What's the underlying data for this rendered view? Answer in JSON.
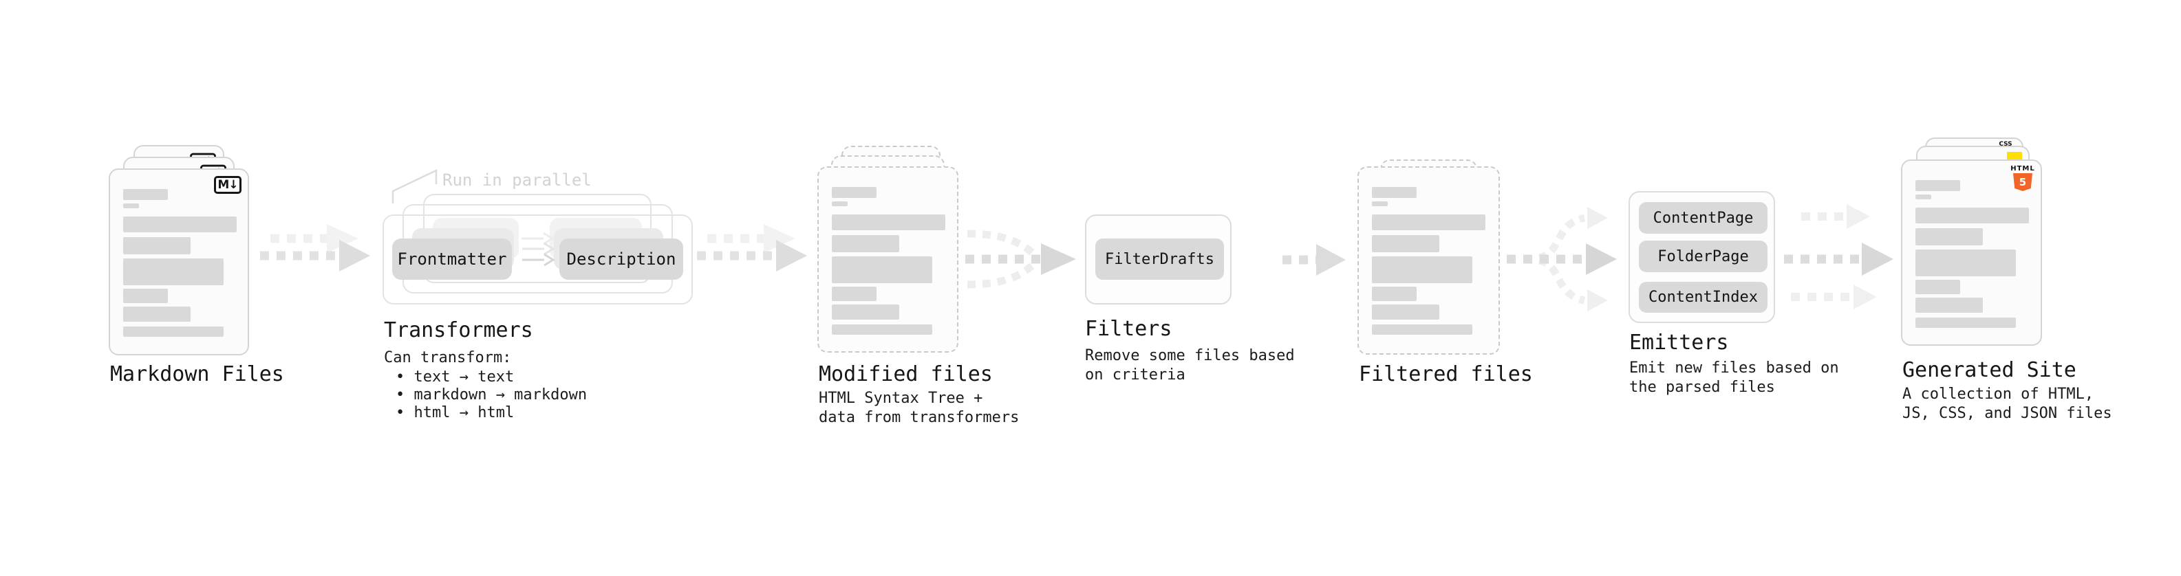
{
  "stages": {
    "markdown_files": {
      "label": "Markdown Files"
    },
    "transformers": {
      "label": "Transformers",
      "parallel_note": "Run in parallel",
      "pills": {
        "frontmatter": "Frontmatter",
        "description": "Description"
      },
      "note": "Can transform:",
      "bullets": [
        "• text → text",
        "• markdown → markdown",
        "• html → html"
      ]
    },
    "modified_files": {
      "label": "Modified files",
      "description": "HTML Syntax Tree +\ndata from transformers"
    },
    "filters": {
      "label": "Filters",
      "pills": {
        "filter_drafts": "FilterDrafts"
      },
      "description": "Remove some files based\non criteria"
    },
    "filtered_files": {
      "label": "Filtered files"
    },
    "emitters": {
      "label": "Emitters",
      "pills": {
        "content_page": "ContentPage",
        "folder_page": "FolderPage",
        "content_index": "ContentIndex"
      },
      "description": "Emit new files based on\nthe parsed files"
    },
    "generated_site": {
      "label": "Generated Site",
      "description": "A collection of HTML,\nJS, CSS, and JSON files"
    }
  },
  "icons": {
    "markdown_badge": "M↓",
    "html5_label": "HTML",
    "html5_number": "5",
    "css_label": "CSS"
  },
  "colors": {
    "html5_orange": "#f16529",
    "js_yellow": "#ffdf00",
    "css_blue": "#2e6be6"
  }
}
